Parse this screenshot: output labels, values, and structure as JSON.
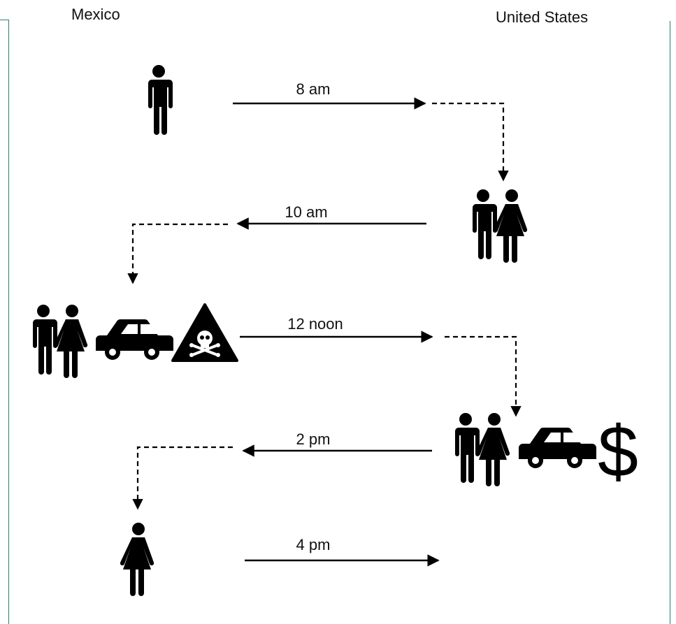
{
  "header": {
    "left_label": "Mexico",
    "right_label": "United States"
  },
  "timeline": [
    {
      "time": "8 am",
      "direction": "to-us",
      "icons": [
        "man-icon"
      ]
    },
    {
      "time": "10 am",
      "direction": "to-mexico",
      "icons": [
        "couple-icon"
      ]
    },
    {
      "time": "12 noon",
      "direction": "to-us",
      "icons": [
        "couple-icon",
        "car-icon",
        "poison-warning-icon"
      ]
    },
    {
      "time": "2 pm",
      "direction": "to-mexico",
      "icons": [
        "couple-icon",
        "car-icon",
        "dollar-icon"
      ]
    },
    {
      "time": "4 pm",
      "direction": "to-us",
      "icons": [
        "woman-icon"
      ]
    }
  ],
  "colors": {
    "ink": "#000000",
    "frame": "#2e7d6e"
  }
}
